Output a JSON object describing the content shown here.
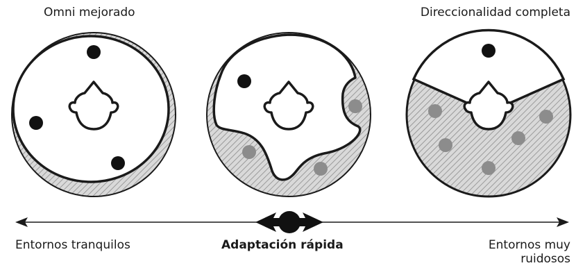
{
  "modes": {
    "omni_label": "Omni mejorado",
    "directional_label": "Direccionalidad completa"
  },
  "axis": {
    "left_label": "Entornos tranquilos",
    "center_label": "Adaptación rápida",
    "right_label": "Entornos muy ruidosos"
  },
  "colors": {
    "outline": "#1a1a1a",
    "hatch_fill": "#c8c8c8",
    "hatch_line": "#8a8a8a",
    "dot_muted": "#8c8c8c",
    "dot_active": "#111111"
  }
}
